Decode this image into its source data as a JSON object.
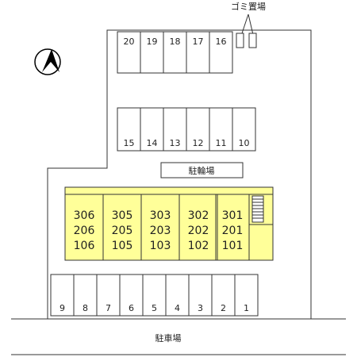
{
  "labels": {
    "garbage": "ゴミ置場",
    "bicycle_parking": "駐輪場",
    "parking_lot": "駐車場"
  },
  "parking": {
    "top_row": [
      "20",
      "19",
      "18",
      "17",
      "16"
    ],
    "middle_row": [
      "15",
      "14",
      "13",
      "12",
      "11",
      "10"
    ],
    "bottom_row": [
      "9",
      "8",
      "7",
      "6",
      "5",
      "4",
      "3",
      "2",
      "1"
    ]
  },
  "building": {
    "color": "#ffff99",
    "units": [
      {
        "floors": [
          "306",
          "206",
          "106"
        ]
      },
      {
        "floors": [
          "305",
          "205",
          "105"
        ]
      },
      {
        "floors": [
          "303",
          "203",
          "103"
        ]
      },
      {
        "floors": [
          "302",
          "202",
          "102"
        ]
      },
      {
        "floors": [
          "301",
          "201",
          "101"
        ]
      }
    ]
  },
  "icons": {
    "north": "north-arrow-icon",
    "stairs": "stairs-icon"
  }
}
